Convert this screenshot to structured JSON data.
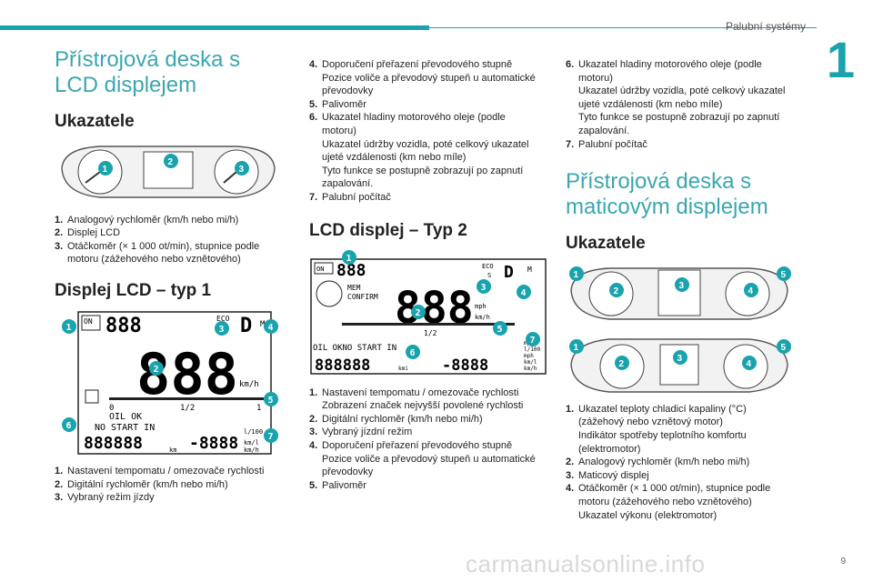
{
  "header": {
    "title": "Palubní systémy",
    "chapter": "1",
    "page": "9"
  },
  "watermark": "carmanualsonline.info",
  "col1": {
    "h1": "Přístrojová deska s LCD displejem",
    "h2a": "Ukazatele",
    "list1": [
      {
        "n": "1.",
        "t": "Analogový rychloměr (km/h nebo mi/h)"
      },
      {
        "n": "2.",
        "t": "Displej LCD"
      },
      {
        "n": "3.",
        "t": "Otáčkoměr (× 1 000 ot/min), stupnice podle motoru (zážehového nebo vznětového)"
      }
    ],
    "h2b": "Displej LCD – typ 1",
    "list2": [
      {
        "n": "1.",
        "t": "Nastavení tempomatu / omezovače rychlosti"
      },
      {
        "n": "2.",
        "t": "Digitální rychloměr (km/h nebo mi/h)"
      },
      {
        "n": "3.",
        "t": "Vybraný režim jízdy"
      }
    ]
  },
  "col2": {
    "list1": [
      {
        "n": "4.",
        "t": "Doporučení přeřazení převodového stupně\nPozice voliče a převodový stupeň u automatické převodovky"
      },
      {
        "n": "5.",
        "t": "Palivoměr"
      },
      {
        "n": "6.",
        "t": "Ukazatel hladiny motorového oleje (podle motoru)\nUkazatel údržby vozidla, poté celkový ukazatel ujeté vzdálenosti (km nebo míle)\nTyto funkce se postupně zobrazují po zapnutí zapalování."
      },
      {
        "n": "7.",
        "t": "Palubní počítač"
      }
    ],
    "h2": "LCD displej – Typ 2",
    "list2": [
      {
        "n": "1.",
        "t": "Nastavení tempomatu / omezovače rychlosti\nZobrazení značek nejvyšší povolené rychlosti"
      },
      {
        "n": "2.",
        "t": "Digitální rychloměr (km/h nebo mi/h)"
      },
      {
        "n": "3.",
        "t": "Vybraný jízdní režim"
      },
      {
        "n": "4.",
        "t": "Doporučení přeřazení převodového stupně\nPozice voliče a převodový stupeň u automatické převodovky"
      },
      {
        "n": "5.",
        "t": "Palivoměr"
      }
    ]
  },
  "col3": {
    "list1": [
      {
        "n": "6.",
        "t": "Ukazatel hladiny motorového oleje (podle motoru)\nUkazatel údržby vozidla, poté celkový ukazatel ujeté vzdálenosti (km nebo míle)\nTyto funkce se postupně zobrazují po zapnutí zapalování."
      },
      {
        "n": "7.",
        "t": "Palubní počítač"
      }
    ],
    "h1": "Přístrojová deska s maticovým displejem",
    "h2": "Ukazatele",
    "list2": [
      {
        "n": "1.",
        "t": "Ukazatel teploty chladicí kapaliny (°C) (zážehový nebo vznětový motor)\nIndikátor spotřeby teplotního komfortu (elektromotor)"
      },
      {
        "n": "2.",
        "t": "Analogový rychloměr (km/h nebo mi/h)"
      },
      {
        "n": "3.",
        "t": "Maticový displej"
      },
      {
        "n": "4.",
        "t": "Otáčkoměr (× 1 000 ot/min), stupnice podle motoru (zážehového nebo vznětového)\nUkazatel výkonu (elektromotor)"
      }
    ]
  },
  "lcd1": {
    "on": "ON",
    "eco": "ECO",
    "s": "S",
    "m": "M",
    "speed": "888",
    "unit": "km/h",
    "half": "1/2",
    "zero": "0",
    "one": "1",
    "oil": "OIL OK",
    "nostart": "NO START IN",
    "odo": "888888",
    "km": "km",
    "trip": "-8888",
    "l100": "l/100",
    "kml": "km/l",
    "kmh": "km/h"
  },
  "lcd2": {
    "on": "ON",
    "eco": "ECO",
    "s": "S",
    "m": "M",
    "mem": "MEM",
    "confirm": "CONFIRM",
    "speed": "888",
    "mph": "mph",
    "kmh": "km/h",
    "half": "1/2",
    "oilstart": "OIL OKNO START IN",
    "odo": "888888",
    "kmi": "kmi",
    "trip": "-8888",
    "mpg": "mpg",
    "l100": "l/100",
    "mph2": "mph",
    "kml": "km/l",
    "kmh2": "km/h"
  }
}
